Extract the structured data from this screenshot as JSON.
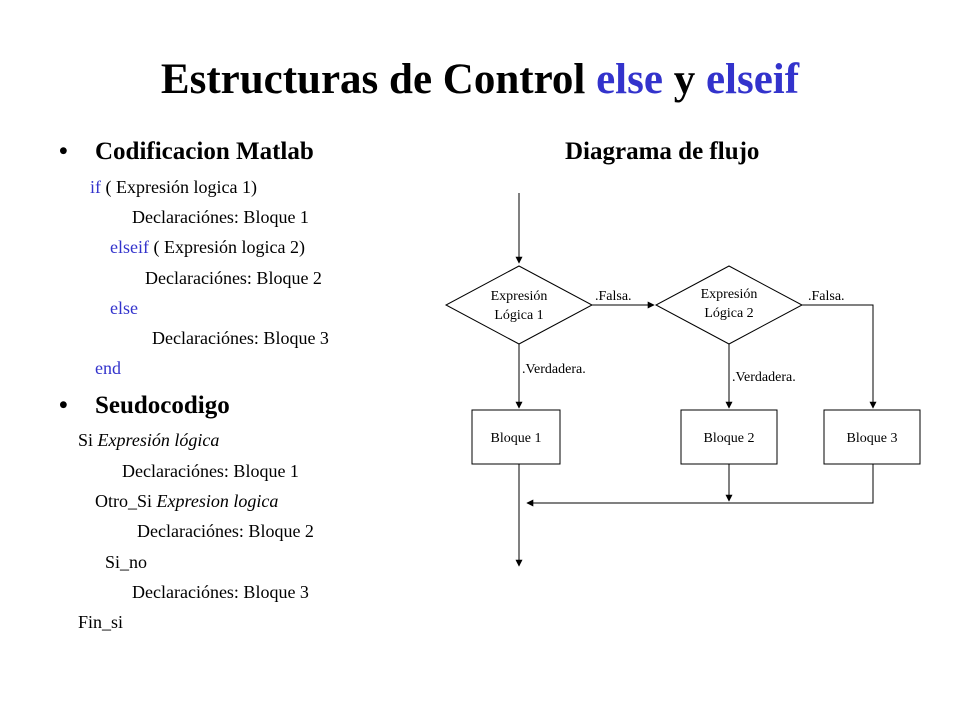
{
  "title": {
    "prefix": "Estructuras de Control ",
    "kw1": "else",
    "middle": " y ",
    "kw2": "elseif"
  },
  "bullet_symbol": "•",
  "matlab": {
    "heading": "Codificacion Matlab",
    "lines": {
      "l1_kw": "if",
      "l1_rest": " ( Expresión logica 1)",
      "l2": "Declaraciónes: Bloque 1",
      "l3_kw": "elseif",
      "l3_rest": " ( Expresión logica 2)",
      "l4": "Declaraciónes: Bloque 2",
      "l5_kw": "else",
      "l6": "Declaraciónes: Bloque 3",
      "l7_kw": "end"
    }
  },
  "pseudo": {
    "heading": "Seudocodigo",
    "lines": {
      "p1_a": "Si ",
      "p1_b": "Expresión lógica",
      "p2": "Declaraciónes: Bloque 1",
      "p3_a": "Otro_Si ",
      "p3_b": "Expresion logica",
      "p4": "Declaraciónes: Bloque 2",
      "p5": "Si_no",
      "p6": "Declaraciónes: Bloque 3",
      "p7": "Fin_si"
    }
  },
  "flow": {
    "heading": "Diagrama de flujo",
    "decision1": {
      "line1": "Expresión",
      "line2": "Lógica 1"
    },
    "decision2": {
      "line1": "Expresión",
      "line2": "Lógica 2"
    },
    "false1": ".Falsa.",
    "false2": ".Falsa.",
    "true1": ".Verdadera.",
    "true2": ".Verdadera.",
    "block1": "Bloque 1",
    "block2": "Bloque 2",
    "block3": "Bloque 3"
  },
  "colors": {
    "keyword": "#3333cc",
    "text": "#000000"
  }
}
